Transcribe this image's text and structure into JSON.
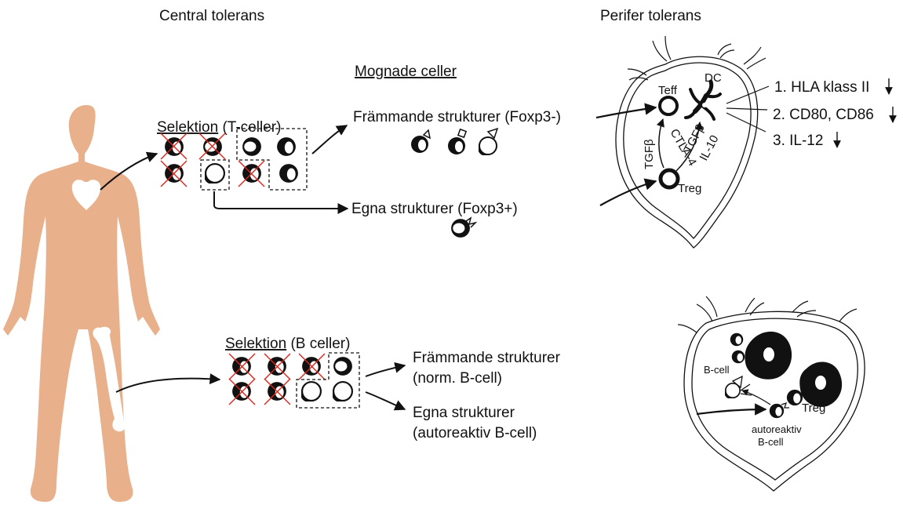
{
  "headings": {
    "central": "Central tolerans",
    "peripheral": "Perifer tolerans"
  },
  "mature_cells_label": "Mognade celler",
  "t_selection": {
    "underlined": "Selektion",
    "rest": " (T-celler)",
    "foreign": "Främmande strukturer (Foxp3-)",
    "self": "Egna strukturer (Foxp3+)"
  },
  "b_selection": {
    "underlined": "Selektion",
    "rest": " (B celler)",
    "foreign_line1": "Främmande strukturer",
    "foreign_line2": "(norm. B-cell)",
    "self_line1": "Egna strukturer",
    "self_line2": "(autoreaktiv B-cell)"
  },
  "lymph_node_top": {
    "teff": "Teff",
    "dc": "DC",
    "treg": "Treg",
    "tgfb_left": "TGFβ",
    "ctla4": "CTLA-4",
    "tgfb_right": "TGFβ",
    "il10": "IL-10",
    "effects": [
      "1. HLA klass II",
      "2. CD80, CD86",
      "3. IL-12"
    ]
  },
  "lymph_node_bottom": {
    "bcell": "B-cell",
    "treg": "Treg",
    "autoreactive_line1": "autoreaktiv",
    "autoreactive_line2": "B-cell"
  },
  "colors": {
    "body": "#e9b08c",
    "ink": "#111111",
    "cross": "#d9271d"
  }
}
